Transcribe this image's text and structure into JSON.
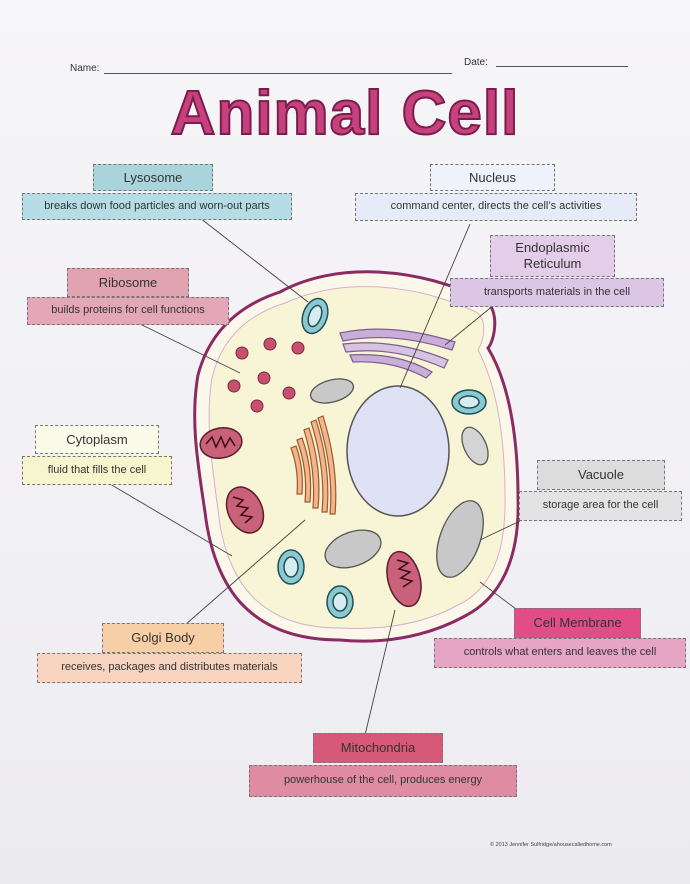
{
  "header": {
    "name_label": "Name:",
    "date_label": "Date:"
  },
  "title": "Animal Cell",
  "parts": [
    {
      "label": "Lysosome",
      "description": "breaks down food particles and worn-out parts"
    },
    {
      "label": "Nucleus",
      "description": "command center, directs the cell’s activities"
    },
    {
      "label": "Endoplasmic Reticulum",
      "description": "transports materials in the cell"
    },
    {
      "label": "Ribosome",
      "description": "builds proteins for cell functions"
    },
    {
      "label": "Cytoplasm",
      "description": "fluid that fills the cell"
    },
    {
      "label": "Vacuole",
      "description": "storage area for the cell"
    },
    {
      "label": "Golgi Body",
      "description": "receives, packages and distributes materials"
    },
    {
      "label": "Cell Membrane",
      "description": "controls what enters and leaves the cell"
    },
    {
      "label": "Mitochondria",
      "description": "powerhouse of the cell, produces energy"
    }
  ],
  "colors": {
    "title": "#c6427f",
    "lysosome_label": "#a9d4dc",
    "lysosome_desc": "#b6dde5",
    "nucleus_desc": "#e6ecf7",
    "er_label": "#e3cde8",
    "er_desc": "#dcc6e6",
    "ribosome_label": "#e2a3b0",
    "ribosome_desc": "#e3a7b8",
    "cytoplasm_label": "#fbfbe9",
    "cytoplasm_desc": "#f7f5cd",
    "vacuole_label": "#dcdcdc",
    "vacuole_desc": "#e3e3e3",
    "golgi_label": "#f7cfa6",
    "golgi_desc": "#f7d4bf",
    "membrane_label": "#e14d86",
    "membrane_desc": "#e7a5c6",
    "mito_label": "#d65a78",
    "mito_desc": "#df8ca3"
  },
  "credit": "© 2013 Jennifer Sulfridge/ahousecalledhome.com"
}
